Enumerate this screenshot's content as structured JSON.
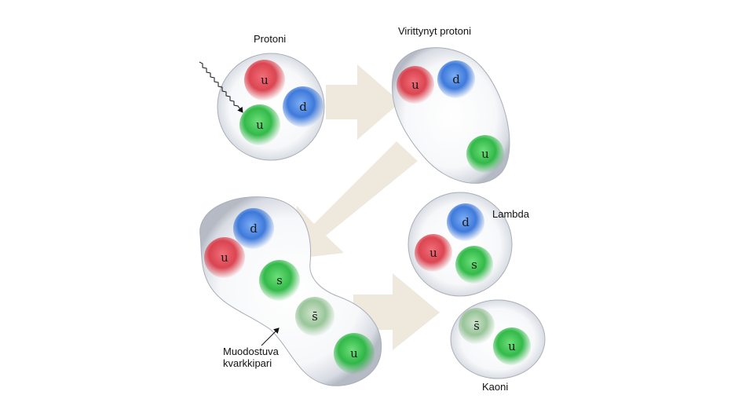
{
  "labels": {
    "proton": "Protoni",
    "excited_proton": "Virittynyt protoni",
    "lambda": "Lambda",
    "quark_pair_line1": "Muodostuva",
    "quark_pair_line2": "kvarkkipari",
    "kaon": "Kaoni"
  },
  "quarks": {
    "proton": [
      "u",
      "d",
      "u"
    ],
    "excited_proton": [
      "u",
      "d",
      "u"
    ],
    "splitting": [
      "d",
      "u",
      "s",
      "s̄",
      "u"
    ],
    "lambda": [
      "d",
      "u",
      "s"
    ],
    "kaon": [
      "s̄",
      "u"
    ]
  },
  "colors": {
    "red": "#d8323f",
    "blue": "#2f6fd8",
    "green": "#22b43a",
    "pale_green": "#8fbf8f",
    "arrow": "#efe8dc"
  }
}
